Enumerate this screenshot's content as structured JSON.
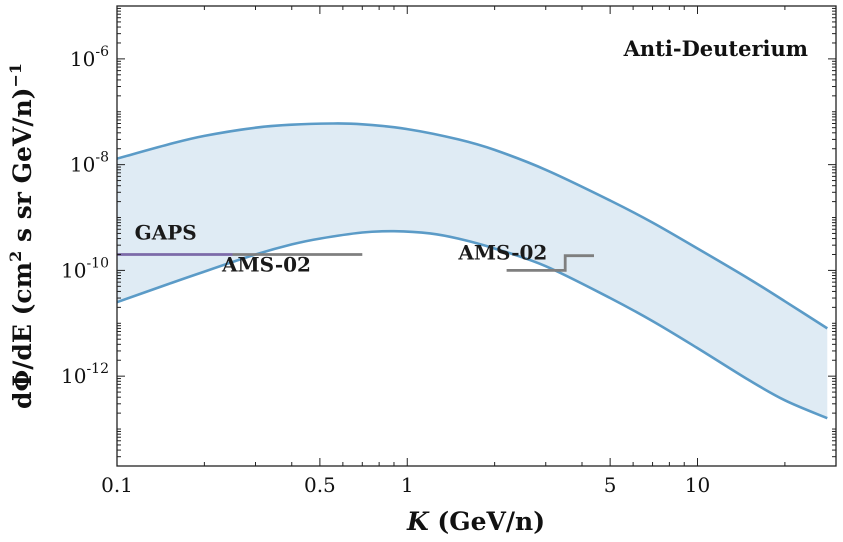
{
  "chart_data": {
    "type": "line",
    "title": "Anti-Deuterium",
    "xlabel_var": "K",
    "xlabel_rest": " (GeV/n)",
    "ylabel_main": "dΦ/dE (cm",
    "ylabel_sup2": "2",
    "ylabel_mid": " s sr GeV/n)",
    "ylabel_supm1": "−1",
    "x_scale": "log",
    "y_scale": "log",
    "xlim": [
      0.1,
      30
    ],
    "ylim": [
      2e-14,
      1e-05
    ],
    "x_ticks": [
      {
        "value": 0.1,
        "label": "0.1"
      },
      {
        "value": 0.5,
        "label": "0.5"
      },
      {
        "value": 1,
        "label": "1"
      },
      {
        "value": 5,
        "label": "5"
      },
      {
        "value": 10,
        "label": "10"
      }
    ],
    "y_ticks": [
      {
        "value": 1e-06,
        "base": "10",
        "exp": "-6"
      },
      {
        "value": 1e-08,
        "base": "10",
        "exp": "-8"
      },
      {
        "value": 1e-10,
        "base": "10",
        "exp": "-10"
      },
      {
        "value": 1e-12,
        "base": "10",
        "exp": "-12"
      }
    ],
    "band": {
      "upper": {
        "x": [
          0.1,
          0.15,
          0.2,
          0.3,
          0.4,
          0.55,
          0.7,
          1.0,
          1.5,
          2.0,
          3.0,
          5.0,
          7.0,
          10.0,
          15.0,
          20.0,
          28.0
        ],
        "y": [
          1.3e-08,
          2.4e-08,
          3.5e-08,
          5e-08,
          5.7e-08,
          6e-08,
          5.8e-08,
          4.7e-08,
          3e-08,
          1.9e-08,
          8e-09,
          2.1e-09,
          8e-10,
          2.6e-10,
          7e-11,
          2.6e-11,
          8e-12
        ]
      },
      "lower": {
        "x": [
          0.1,
          0.15,
          0.2,
          0.3,
          0.4,
          0.5,
          0.7,
          0.9,
          1.2,
          1.5,
          2.0,
          3.0,
          5.0,
          7.0,
          10.0,
          15.0,
          20.0,
          28.0
        ],
        "y": [
          2.5e-11,
          5.5e-11,
          9.5e-11,
          2e-10,
          3.1e-10,
          4e-10,
          5.2e-10,
          5.5e-10,
          5e-10,
          4e-10,
          2.6e-10,
          1.2e-10,
          3e-11,
          1.1e-11,
          3.4e-12,
          8.5e-13,
          3.5e-13,
          1.6e-13
        ]
      },
      "line_color": "#5b9bc7",
      "fill_color": "#dfebf4"
    },
    "sensitivities": [
      {
        "name": "GAPS",
        "color": "#7c6aa8",
        "x": [
          0.1,
          0.25
        ],
        "y": [
          2e-10,
          2e-10
        ]
      },
      {
        "name": "AMS-02",
        "color": "#7f7f7f",
        "x": [
          0.25,
          0.7
        ],
        "y": [
          2e-10,
          2e-10
        ]
      },
      {
        "name": "AMS-02",
        "color": "#7f7f7f",
        "x": [
          2.2,
          3.5,
          3.5,
          4.4
        ],
        "y": [
          1e-10,
          1e-10,
          1.9e-10,
          1.9e-10
        ]
      }
    ],
    "annotations": [
      {
        "text": "GAPS",
        "x": 0.115,
        "y": 3.8e-10,
        "anchor": "start"
      },
      {
        "text": "AMS-02",
        "x": 0.23,
        "y": 9.5e-11,
        "anchor": "start"
      },
      {
        "text": "AMS-02",
        "x": 1.5,
        "y": 1.6e-10,
        "anchor": "start"
      }
    ],
    "grid": false,
    "legend": "none"
  }
}
